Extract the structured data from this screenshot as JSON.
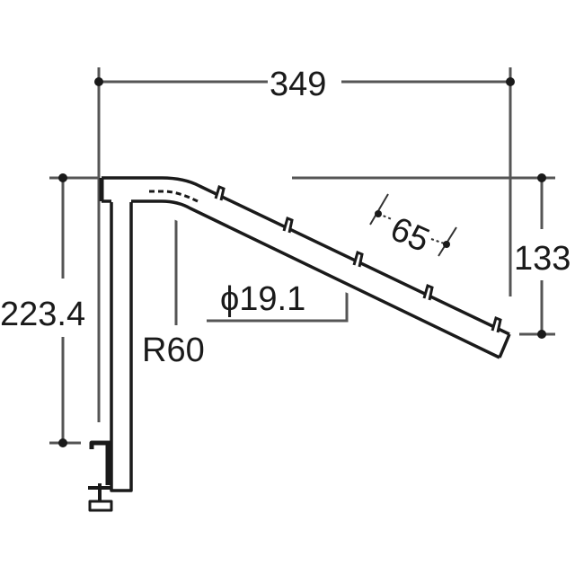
{
  "drawing": {
    "type": "dimension drawing of slanted hanger bracket arm",
    "dimensions": {
      "overall_width": "349",
      "height": "223.4",
      "drop": "133",
      "hook_pitch": "65",
      "pipe_diameter": "ϕ19.1",
      "bend_radius": "R60"
    },
    "colors": {
      "line": "#1a1a1a",
      "dim_line": "#555555",
      "background": "#ffffff"
    }
  }
}
